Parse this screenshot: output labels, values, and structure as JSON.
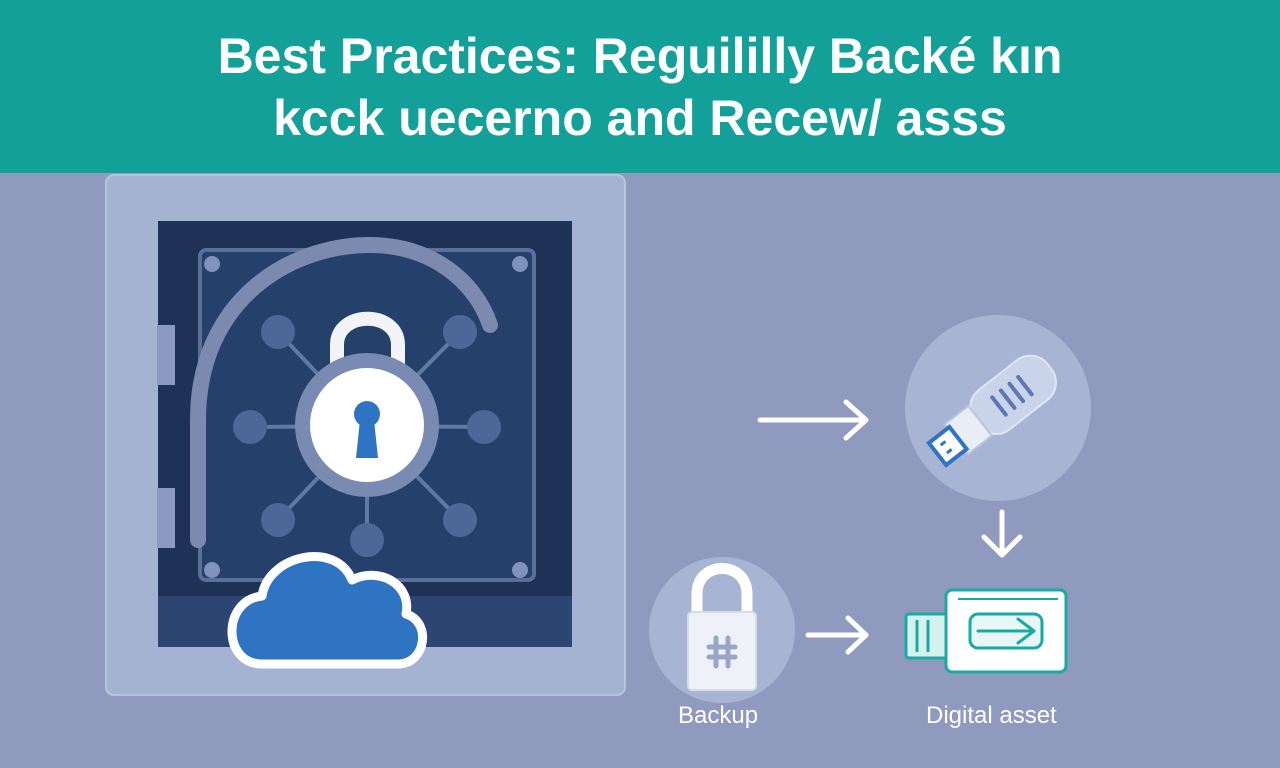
{
  "banner": {
    "line1": "Best Practices: Reguililly Backé kın",
    "line2": "kcck uecerno and Recew/ asss"
  },
  "labels": {
    "backup": "Backup",
    "digital_asset": "Digital asset"
  },
  "icons": {
    "vault": "vault-icon",
    "padlock": "padlock-icon",
    "cloud": "cloud-icon",
    "usb": "usb-drive-icon",
    "lock": "lock-icon",
    "drive": "external-drive-icon"
  },
  "colors": {
    "banner": "#12a099",
    "background": "#9099be",
    "vault_panel": "#a4b3d2",
    "vault_inner": "#1e3257",
    "cloud": "#2f74c2",
    "accent_teal": "#1aaaa4"
  }
}
